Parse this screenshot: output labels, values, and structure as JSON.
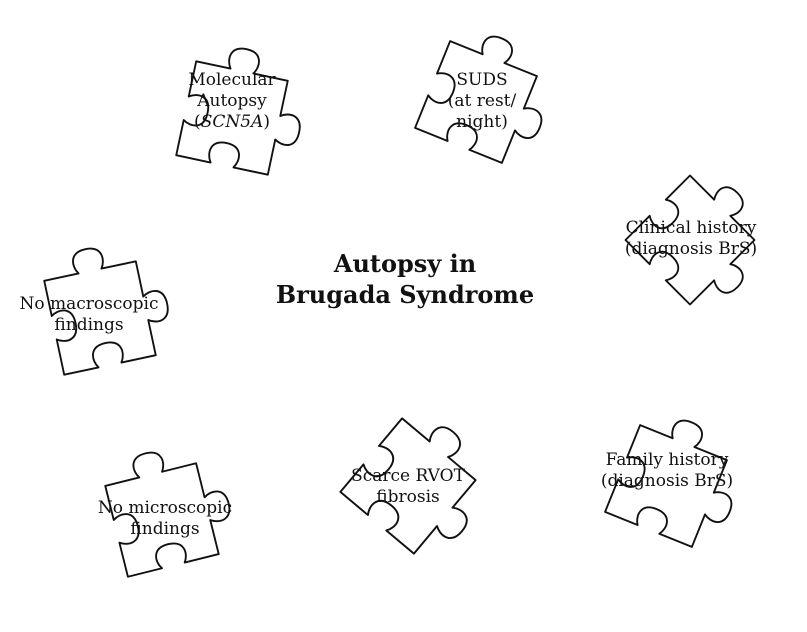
{
  "title": {
    "line1": "Autopsy in",
    "line2": "Brugada Syndrome"
  },
  "pieces": {
    "molecular": {
      "line1": "Molecular",
      "line2": "Autopsy",
      "line3_open": "(",
      "line3_italic": "SCN5A",
      "line3_close": ")"
    },
    "suds": {
      "line1": "SUDS",
      "line2": "(at rest/",
      "line3": "night)"
    },
    "clinical": {
      "line1": "Clinical history",
      "line2": "(diagnosis BrS)"
    },
    "macroscopic": {
      "line1": "No macroscopic",
      "line2": "findings"
    },
    "microscopic": {
      "line1": "No microscopic",
      "line2": "findings"
    },
    "rvot": {
      "line1": "Scarce RVOT",
      "line2": "fibrosis"
    },
    "family": {
      "line1": "Family history",
      "line2": "(diagnosis BrS)"
    }
  }
}
